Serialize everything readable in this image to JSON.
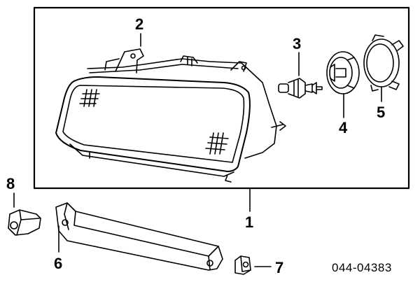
{
  "callouts": {
    "c1": "1",
    "c2": "2",
    "c3": "3",
    "c4": "4",
    "c5": "5",
    "c6": "6",
    "c7": "7",
    "c8": "8"
  },
  "diagram_code": "044-04383"
}
